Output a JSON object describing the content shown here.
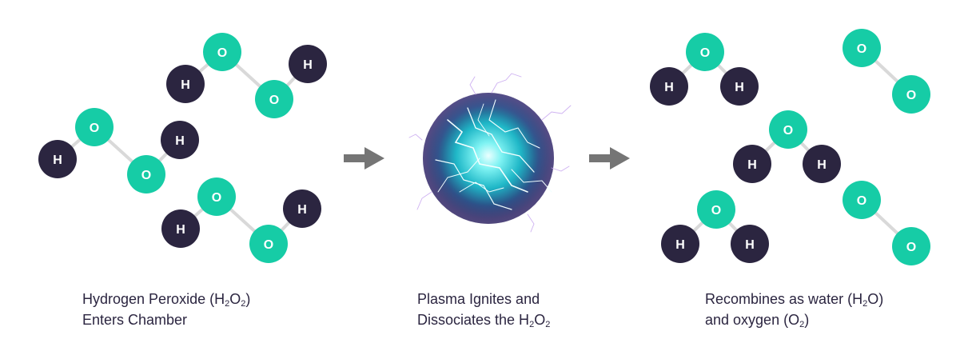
{
  "colors": {
    "oxygen": "#16cca6",
    "hydrogen": "#2b2540",
    "bond": "#d9d9d9",
    "arrow": "#757575",
    "text": "#2b2540"
  },
  "atoms": {
    "oxygen": "O",
    "hydrogen": "H"
  },
  "captions": {
    "stage1": {
      "line1_prefix": "Hydrogen Peroxide (H",
      "sub1": "2",
      "mid": "O",
      "sub2": "2",
      "line1_suffix": ")",
      "line2": "Enters Chamber"
    },
    "stage2": {
      "line1": "Plasma Ignites and",
      "line2_prefix": "Dissociates the H",
      "sub1": "2",
      "mid": "O",
      "sub2": "2"
    },
    "stage3": {
      "line1_prefix": "Recombines as water (H",
      "sub1": "2",
      "line1_suffix": "O)",
      "line2_prefix": "and oxygen (O",
      "sub2": "2",
      "line2_suffix": ")"
    }
  },
  "molecules": {
    "stage1": [
      "H2O2",
      "H2O2",
      "H2O2"
    ],
    "stage3": [
      "H2O",
      "H2O",
      "H2O",
      "O2",
      "O2"
    ]
  }
}
